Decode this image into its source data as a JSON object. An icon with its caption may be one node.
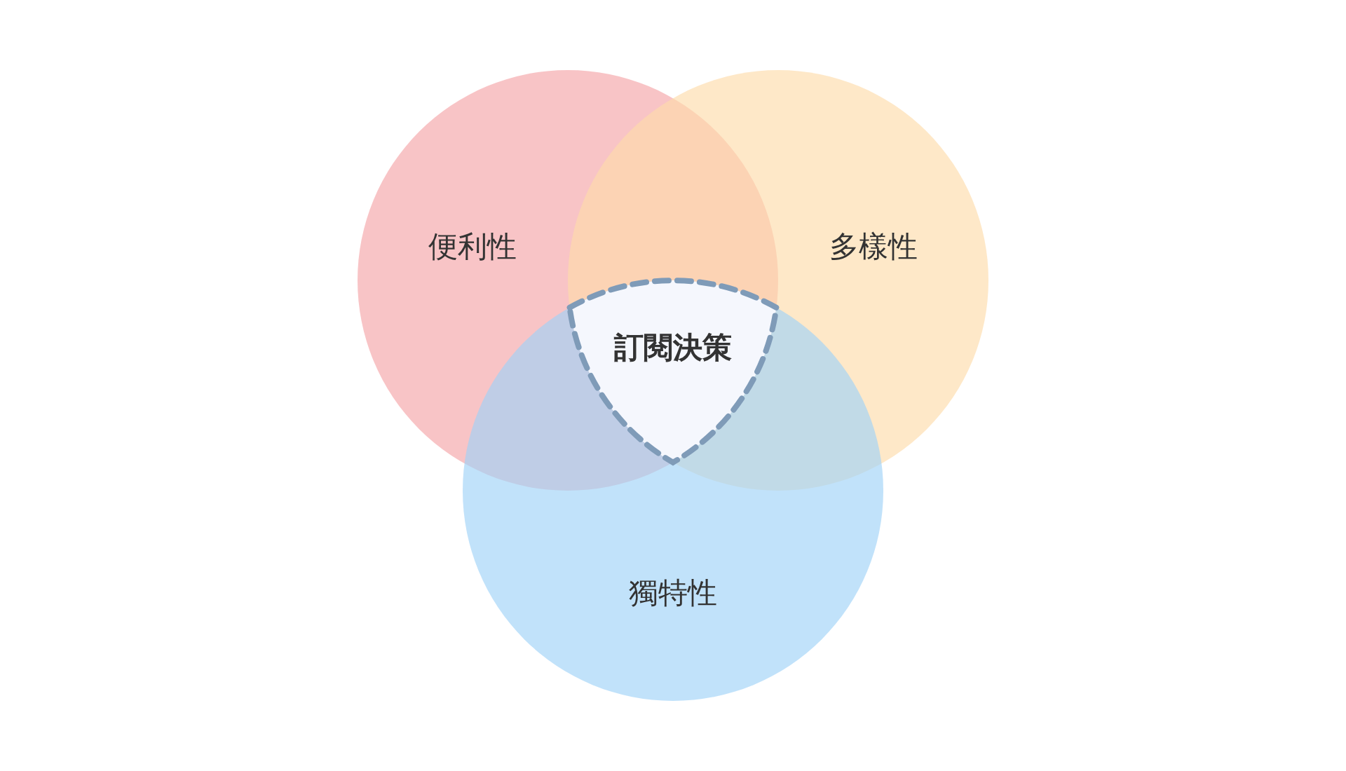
{
  "diagram": {
    "nodes": [
      {
        "text": [
          "便利性"
        ]
      },
      {
        "text": [
          "多樣性"
        ]
      },
      {
        "text": [
          "獨特性"
        ]
      },
      {
        "text": [
          "訂閱決策"
        ]
      }
    ]
  }
}
